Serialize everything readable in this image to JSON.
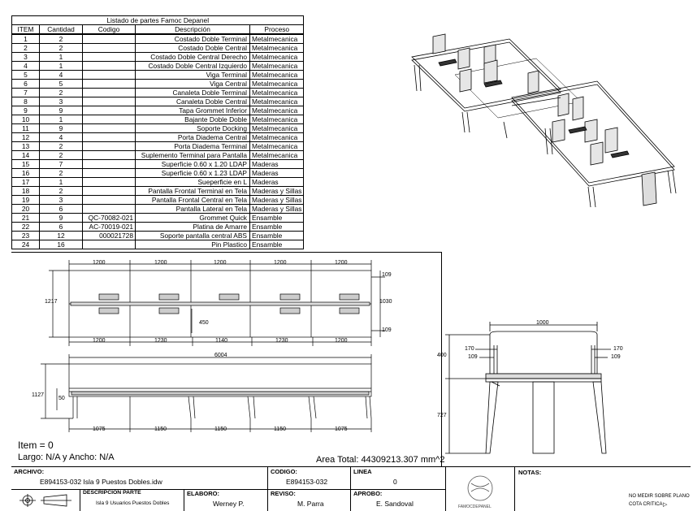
{
  "bom": {
    "title": "Listado de partes Famoc Depanel",
    "headers": [
      "ITEM",
      "Cantidad",
      "Codigo",
      "Descripción",
      "Proceso"
    ],
    "rows": [
      [
        "1",
        "2",
        "",
        "Costado Doble Terminal",
        "Metalmecanica"
      ],
      [
        "2",
        "2",
        "",
        "Costado Doble Central",
        "Metalmecanica"
      ],
      [
        "3",
        "1",
        "",
        "Costado Doble Central Derecho",
        "Metalmecanica"
      ],
      [
        "4",
        "1",
        "",
        "Costado Doble Central Izquierdo",
        "Metalmecanica"
      ],
      [
        "5",
        "4",
        "",
        "Viga Terminal",
        "Metalmecanica"
      ],
      [
        "6",
        "5",
        "",
        "Viga Central",
        "Metalmecanica"
      ],
      [
        "7",
        "2",
        "",
        "Canaleta Doble Terminal",
        "Metalmecanica"
      ],
      [
        "8",
        "3",
        "",
        "Canaleta Doble Central",
        "Metalmecanica"
      ],
      [
        "9",
        "9",
        "",
        "Tapa Grommet Inferior",
        "Metalmecanica"
      ],
      [
        "10",
        "1",
        "",
        "Bajante Doble Doble",
        "Metalmecanica"
      ],
      [
        "11",
        "9",
        "",
        "Soporte Docking",
        "Metalmecanica"
      ],
      [
        "12",
        "4",
        "",
        "Porta Diadema Central",
        "Metalmecanica"
      ],
      [
        "13",
        "2",
        "",
        "Porta Diadema Terminal",
        "Metalmecanica"
      ],
      [
        "14",
        "2",
        "",
        "Suplemento Terminal para Pantalla",
        "Metalmecanica"
      ],
      [
        "15",
        "7",
        "",
        "Superficie 0.60 x 1.20 LDAP",
        "Maderas"
      ],
      [
        "16",
        "2",
        "",
        "Superficie 0.60 x 1.23 LDAP",
        "Maderas"
      ],
      [
        "17",
        "1",
        "",
        "Sueperficie en L",
        "Maderas"
      ],
      [
        "18",
        "2",
        "",
        "Pantalla Frontal Terminal en Tela",
        "Maderas y Sillas"
      ],
      [
        "19",
        "3",
        "",
        "Pantalla Frontal Central en Tela",
        "Maderas y Sillas"
      ],
      [
        "20",
        "6",
        "",
        "Pantalla Lateral en Tela",
        "Maderas y Sillas"
      ],
      [
        "21",
        "9",
        "QC-70082-021",
        "Grommet Quick",
        "Ensamble"
      ],
      [
        "22",
        "6",
        "AC-70019-021",
        "Platina de Amarre",
        "Ensamble"
      ],
      [
        "23",
        "12",
        "000021728",
        "Soporte pantalla central ABS",
        "Ensamble"
      ],
      [
        "24",
        "16",
        "",
        "Pin Plastico",
        "Ensamble"
      ]
    ]
  },
  "top_view": {
    "top_dims": [
      "1200",
      "1200",
      "1200",
      "1200",
      "1200"
    ],
    "bottom_dims": [
      "1200",
      "1230",
      "1140",
      "1230",
      "1200"
    ],
    "left_dim": "1217",
    "right_dims": [
      "109",
      "1030",
      "109"
    ],
    "center_dim": "450"
  },
  "front_view": {
    "overall_dim": "6004",
    "left_dims": [
      "1127",
      "50"
    ],
    "bottom_dims": [
      "1075",
      "1150",
      "1150",
      "1150",
      "1075"
    ]
  },
  "side_view": {
    "top_dim": "1000",
    "left_dims": [
      "170",
      "109",
      "400",
      "727"
    ],
    "right_dims": [
      "170",
      "109"
    ]
  },
  "info": {
    "item": "Item = 0",
    "size": "Largo: N/A y Ancho: N/A",
    "area": "Area Total: 44309213.307 mm^2"
  },
  "title_block": {
    "archivo_label": "ARCHIVO:",
    "archivo": "E894153-032 Isla 9 Puestos Dobles.idw",
    "codigo_label": "CODIGO:",
    "codigo": "E894153-032",
    "linea_label": "LINEA",
    "linea": "0",
    "desc_label": "DESCRIPCION PARTE",
    "desc": "Isla 9 Usuarios Puestos Dobles",
    "elaboro_label": "ELABORO:",
    "elaboro": "Werney P.",
    "reviso_label": "REVISO:",
    "reviso": "M. Parra",
    "aprobo_label": "APROBO:",
    "aprobo": "E. Sandoval",
    "logo_text": "FAMOCDEPANEL",
    "notas_label": "NOTAS:",
    "note1": "NO MEDIR SOBRE PLANO",
    "note2": "COTA CRITICA"
  }
}
